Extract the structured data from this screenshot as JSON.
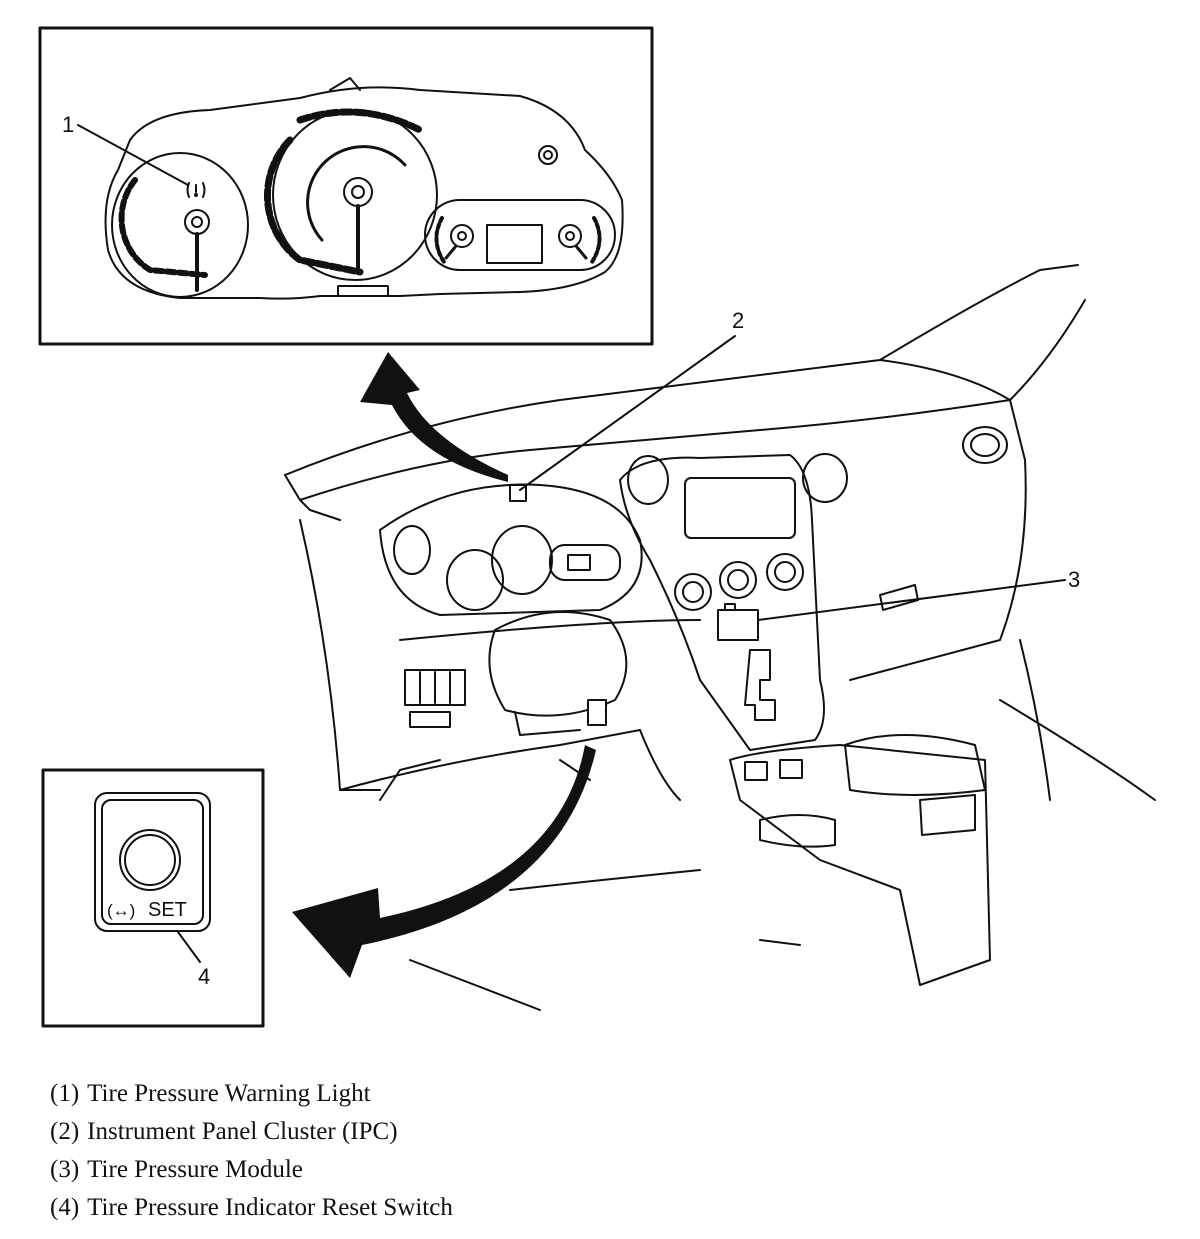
{
  "callouts": {
    "c1": "1",
    "c2": "2",
    "c3": "3",
    "c4": "4"
  },
  "reset_switch": {
    "label": "SET",
    "symbol": "(↔)"
  },
  "legend": [
    {
      "num": "(1)",
      "text": "Tire Pressure Warning Light"
    },
    {
      "num": "(2)",
      "text": "Instrument Panel Cluster (IPC)"
    },
    {
      "num": "(3)",
      "text": "Tire Pressure Module"
    },
    {
      "num": "(4)",
      "text": "Tire Pressure Indicator Reset Switch"
    }
  ],
  "colors": {
    "line": "#111111",
    "background": "#ffffff"
  }
}
